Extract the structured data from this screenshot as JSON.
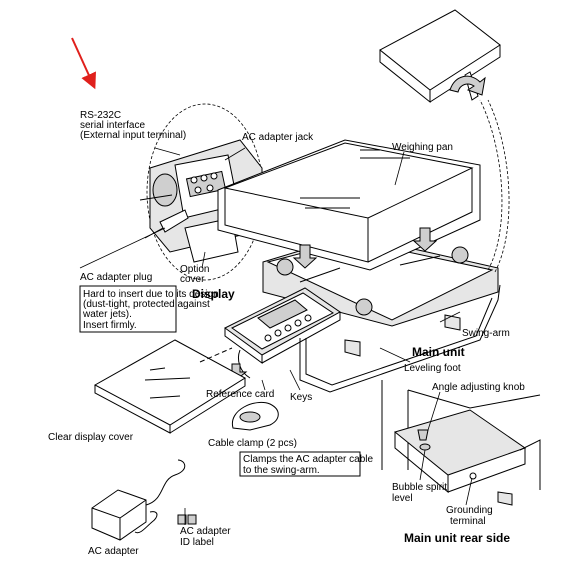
{
  "labels": {
    "rs232c": [
      "RS-232C",
      "serial interface",
      "(External input terminal)"
    ],
    "ac_adapter_jack": "AC adapter jack",
    "weighing_pan": "Weighing pan",
    "option_cover": [
      "Option",
      "cover"
    ],
    "ac_adapter_plug": "AC adapter plug",
    "plug_note": [
      "Hard to insert due to its design",
      "(dust-tight, protected against",
      "water jets).",
      "Insert firmly."
    ],
    "display": "Display",
    "swing_arm": "Swing-arm",
    "main_unit": "Main unit",
    "leveling_foot": "Leveling foot",
    "reference_card": "Reference card",
    "keys": "Keys",
    "angle_adjusting_knob": "Angle adjusting knob",
    "clear_display_cover": "Clear display cover",
    "cable_clamp": "Cable clamp (2 pcs)",
    "clamp_note": [
      "Clamps the AC adapter cable",
      "to the swing-arm."
    ],
    "bubble_spirit_level": [
      "Bubble spirit",
      "level"
    ],
    "grounding_terminal": [
      "Grounding",
      "terminal"
    ],
    "ac_adapter": "AC adapter",
    "ac_adapter_id_label": [
      "AC adapter",
      "ID label"
    ],
    "main_unit_rear_side": "Main unit rear side"
  },
  "colors": {
    "arrow": "#e0201c",
    "line": "#000000",
    "body_fill": "#e6e6e6"
  }
}
